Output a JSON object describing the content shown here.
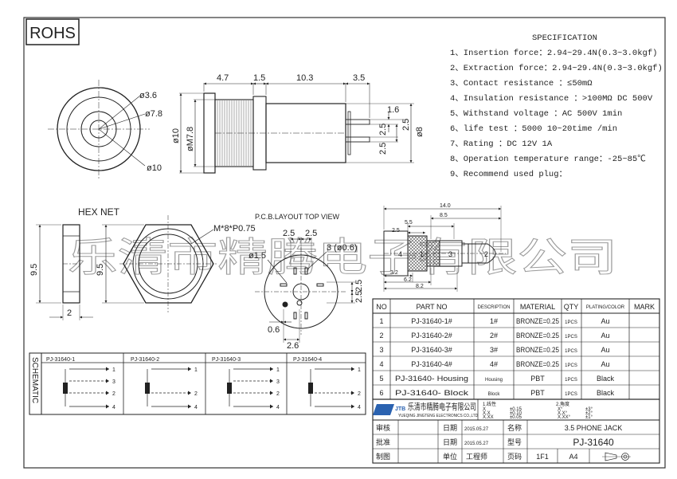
{
  "rohs": "ROHS",
  "spec": {
    "title": "SPECIFICATION",
    "lines": [
      "1、Insertion force：2.94~29.4N(0.3~3.0kgf)",
      "2、Extraction force：2.94~29.4N(0.3~3.0kgf)",
      "3、Contact resistance ：≤50mΩ",
      "4、Insulation resistance ：>100MΩ DC  500V",
      "5、Withstand voltage ：AC  500V  1min",
      "6、life test ：5000 10~20time /min",
      "7、Rating  ：DC  12V  1A",
      "8、Operation temperature range：-25~85℃",
      "9、Recommend used plug："
    ]
  },
  "front_view": {
    "d1": "ø3.6",
    "d2": "ø7.8",
    "d3": "ø10"
  },
  "side_view": {
    "top": [
      "4.7",
      "1.5",
      "10.3",
      "3.5"
    ],
    "d_outer": "ø10",
    "d_thread": "øM7.8",
    "right": [
      "1.6",
      "2.5",
      "2.5",
      "2.5"
    ],
    "d_right": "ø8"
  },
  "hex": {
    "title": "HEX NET",
    "h1": "9.5",
    "h2": "9.5",
    "w": "2",
    "thread": "M*8*P0.75"
  },
  "pcb": {
    "title": "P.C.B.LAYOUT TOP VIEW",
    "top": [
      "2.5",
      "2.5"
    ],
    "hole": "3 (ø0.6)",
    "d_big": "ø1.5",
    "right": [
      "2.5",
      "2.5"
    ],
    "bottom": [
      "0.6",
      "2.6"
    ]
  },
  "plug": {
    "dims": [
      "14.0",
      "8.5",
      "5.5",
      "2.5",
      "3.2",
      "6.2",
      "8.2"
    ],
    "rings": [
      "4",
      "1",
      "3",
      "2"
    ]
  },
  "watermark": "乐清市精腾电子有限公司",
  "schematic": {
    "title": "SCHEMATIC",
    "parts": [
      "PJ-31640-1",
      "PJ-31640-2",
      "PJ-31640-3",
      "PJ-31640-4"
    ],
    "pins": [
      "1",
      "3",
      "2",
      "4"
    ]
  },
  "table": {
    "headers": [
      "NO",
      "PART NO",
      "DESCRIPTION",
      "MATERIAL",
      "QTY",
      "PLATING/COLOR",
      "MARK"
    ],
    "rows": [
      [
        "1",
        "PJ-31640-1#",
        "1#",
        "BRONZE=0.25",
        "1PCS",
        "Au",
        ""
      ],
      [
        "2",
        "PJ-31640-2#",
        "2#",
        "BRONZE=0.25",
        "1PCS",
        "Au",
        ""
      ],
      [
        "3",
        "PJ-31640-3#",
        "3#",
        "BRONZE=0.25",
        "1PCS",
        "Au",
        ""
      ],
      [
        "4",
        "PJ-31640-4#",
        "4#",
        "BRONZE=0.25",
        "1PCS",
        "Au",
        ""
      ],
      [
        "5",
        "PJ-31640- Housing",
        "Housing",
        "PBT",
        "1PCS",
        "Black",
        ""
      ],
      [
        "6",
        "PJ-31640- Block",
        "Block",
        "PBT",
        "1PCS",
        "Black",
        ""
      ]
    ]
  },
  "title_block": {
    "company_cn": "乐清市精腾电子有限公司",
    "company_en": "YUEQING JINGTENG ELECTRONICS CO.,LTD",
    "logo": "JTB",
    "tol1": "1.线性",
    "tol2": "2.角度",
    "tol_rows": [
      [
        "X",
        "±0.15",
        "X°",
        "±3°"
      ],
      [
        "X.X",
        "±0.10",
        "X.X°",
        "±2°"
      ],
      [
        "X.XX",
        "±0.05",
        "X.XX°",
        "±1°"
      ]
    ],
    "labels": [
      "审核",
      "批准",
      "制图",
      "日期",
      "日期",
      "单位",
      "名称",
      "型号",
      "工程师",
      "页码"
    ],
    "dates": [
      "2015.05.27",
      "2015.05.27"
    ],
    "name": "3.5 PHONE JACK",
    "model": "PJ-31640",
    "page": "1F1",
    "size": "A4"
  }
}
